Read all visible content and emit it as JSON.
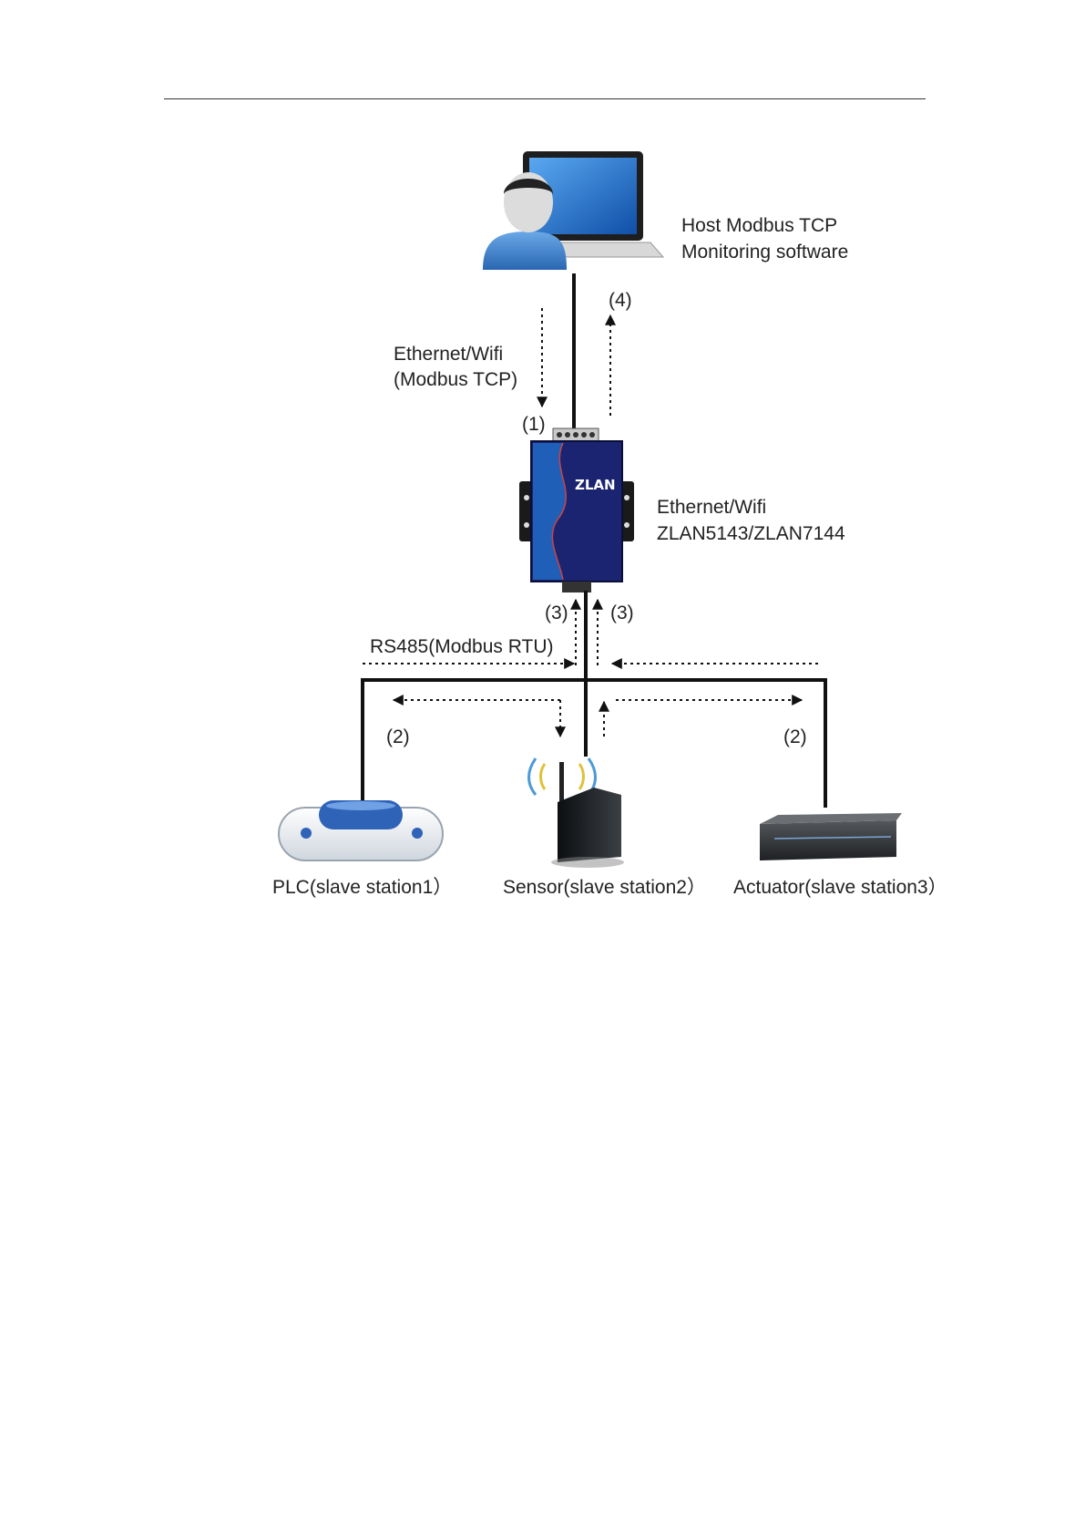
{
  "host": {
    "line1": "Host Modbus TCP",
    "line2": "Monitoring software"
  },
  "uplink": {
    "line1": "Ethernet/Wifi",
    "line2": "(Modbus TCP)"
  },
  "device": {
    "brand": "ZLAN",
    "line1": "Ethernet/Wifi",
    "line2": "ZLAN5143/ZLAN7144"
  },
  "bus": {
    "label": "RS485(Modbus RTU)"
  },
  "steps": {
    "s1": "(1)",
    "s2_left": "(2)",
    "s2_right": "(2)",
    "s3_left": "(3)",
    "s3_right": "(3)",
    "s4": "(4)"
  },
  "slaves": {
    "plc": "PLC(slave station1）",
    "sensor": "Sensor(slave station2）",
    "actuator": "Actuator(slave station3）"
  },
  "colors": {
    "screen_blue": "#1d6fc4",
    "device_navy": "#1a2470",
    "device_blue": "#1f5fb8",
    "user_blue": "#3a7fc7"
  }
}
